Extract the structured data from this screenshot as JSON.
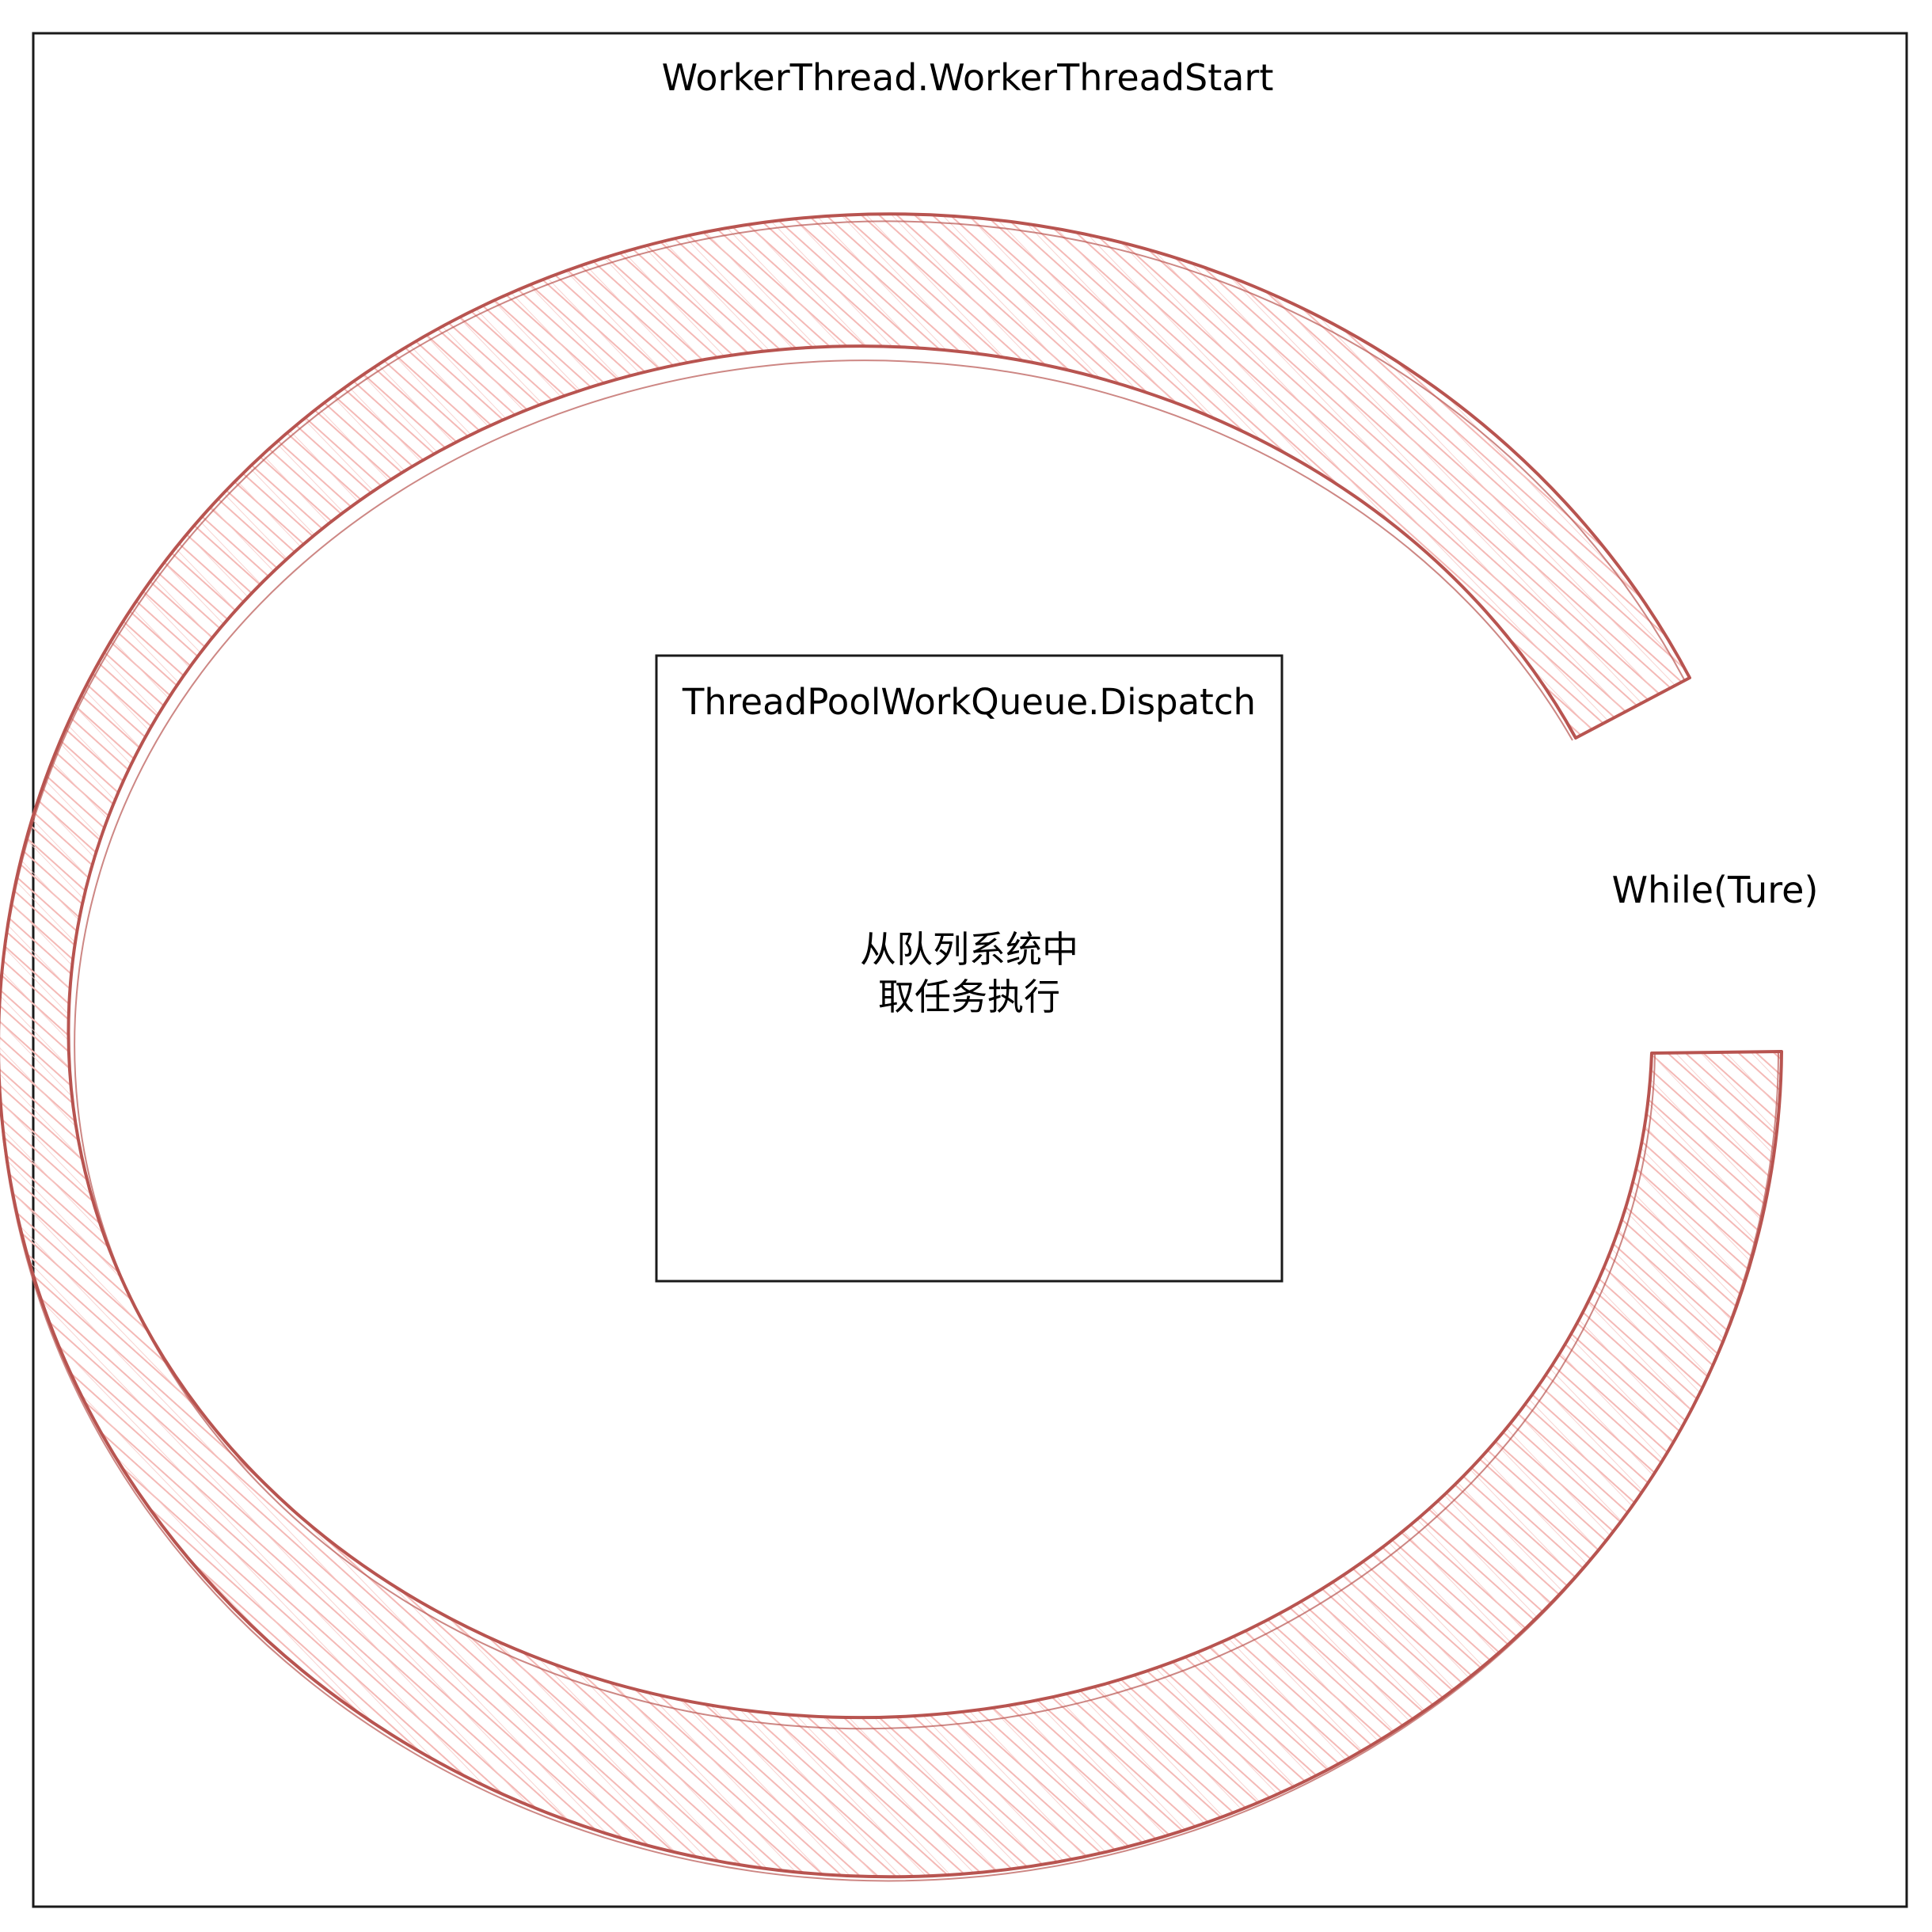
{
  "diagram": {
    "outer_frame": {
      "title": "WorkerThread.WorkerThreadStart"
    },
    "loop": {
      "label": "While(Ture)",
      "stroke_color": "#b85450",
      "fill_color": "#f8cecc"
    },
    "inner_box": {
      "title": "ThreadPoolWorkQueue.Dispatch",
      "body_lines": [
        "从队列系统中",
        "取任务执行"
      ]
    }
  }
}
